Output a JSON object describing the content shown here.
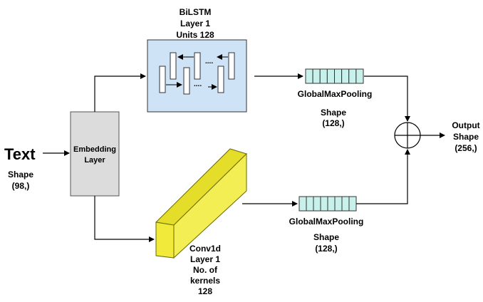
{
  "input": {
    "title": "Text",
    "shape_label": "Shape",
    "shape_value": "(98,)"
  },
  "embedding": {
    "line1": "Embedding",
    "line2": "Layer"
  },
  "bilstm": {
    "lines": [
      "BiLSTM",
      "Layer 1",
      "Units 128"
    ],
    "dots_top": "....",
    "dots_bottom": "....",
    "fill_color": "#cfe3f7"
  },
  "conv1d": {
    "lines": [
      "Conv1d",
      "Layer 1",
      "No. of",
      "kernels",
      "128"
    ],
    "fill_color": "#f2ea3a"
  },
  "pool_top": {
    "label": "GlobalMaxPooling",
    "shape_label": "Shape",
    "shape_value": "(128,)",
    "cells": 8,
    "fill_color": "#c9f1ec"
  },
  "pool_bottom": {
    "label": "GlobalMaxPooling",
    "shape_label": "Shape",
    "shape_value": "(128,)",
    "cells": 8,
    "fill_color": "#c9f1ec"
  },
  "output": {
    "lines": [
      "Output",
      "Shape",
      "(256,)"
    ]
  }
}
